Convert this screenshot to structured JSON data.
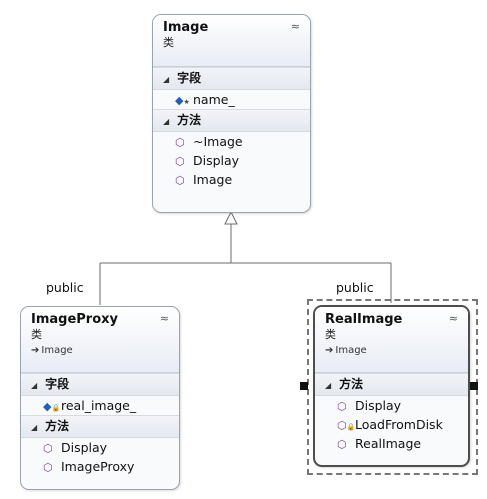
{
  "image": {
    "title": "Image",
    "stereotype": "类",
    "collapse": "≈",
    "sections": [
      {
        "label": "字段",
        "members": [
          {
            "kind": "field",
            "icon": "field-icon",
            "name": "name_"
          }
        ]
      },
      {
        "label": "方法",
        "members": [
          {
            "kind": "method",
            "icon": "method-icon",
            "name": "~Image"
          },
          {
            "kind": "method",
            "icon": "method-icon",
            "name": "Display"
          },
          {
            "kind": "method",
            "icon": "method-icon",
            "name": "Image"
          }
        ]
      }
    ]
  },
  "proxy": {
    "title": "ImageProxy",
    "stereotype": "类",
    "base": "Image",
    "collapse": "≈",
    "sections": [
      {
        "label": "字段",
        "members": [
          {
            "kind": "field",
            "icon": "private-field-icon",
            "name": "real_image_"
          }
        ]
      },
      {
        "label": "方法",
        "members": [
          {
            "kind": "method",
            "icon": "method-icon",
            "name": "Display"
          },
          {
            "kind": "method",
            "icon": "method-icon",
            "name": "ImageProxy"
          }
        ]
      }
    ]
  },
  "real": {
    "title": "RealImage",
    "stereotype": "类",
    "base": "Image",
    "collapse": "≈",
    "sections": [
      {
        "label": "方法",
        "members": [
          {
            "kind": "method",
            "icon": "method-icon",
            "name": "Display"
          },
          {
            "kind": "method",
            "icon": "private-method-icon",
            "name": "LoadFromDisk"
          },
          {
            "kind": "method",
            "icon": "method-icon",
            "name": "RealImage"
          }
        ]
      }
    ]
  },
  "edges": {
    "left_label": "public",
    "right_label": "public"
  }
}
